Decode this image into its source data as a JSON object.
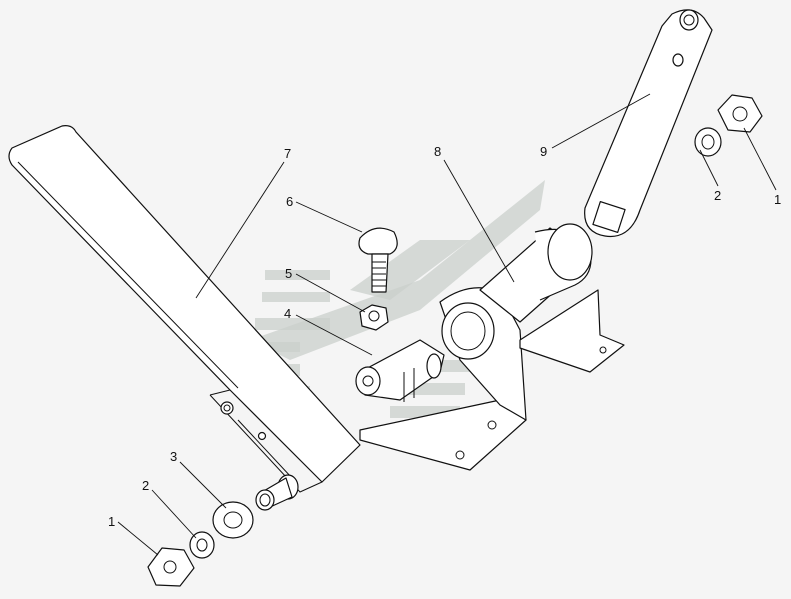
{
  "diagram": {
    "callouts": [
      {
        "id": "c1a",
        "text": "1"
      },
      {
        "id": "c2a",
        "text": "2"
      },
      {
        "id": "c3",
        "text": "3"
      },
      {
        "id": "c4",
        "text": "4"
      },
      {
        "id": "c5",
        "text": "5"
      },
      {
        "id": "c6",
        "text": "6"
      },
      {
        "id": "c7",
        "text": "7"
      },
      {
        "id": "c8",
        "text": "8"
      },
      {
        "id": "c9",
        "text": "9"
      },
      {
        "id": "c2b",
        "text": "2"
      },
      {
        "id": "c1b",
        "text": "1"
      }
    ]
  },
  "colors": {
    "background": "#f5f5f5",
    "lines": "#111111",
    "watermark": "#c9cfcb"
  }
}
